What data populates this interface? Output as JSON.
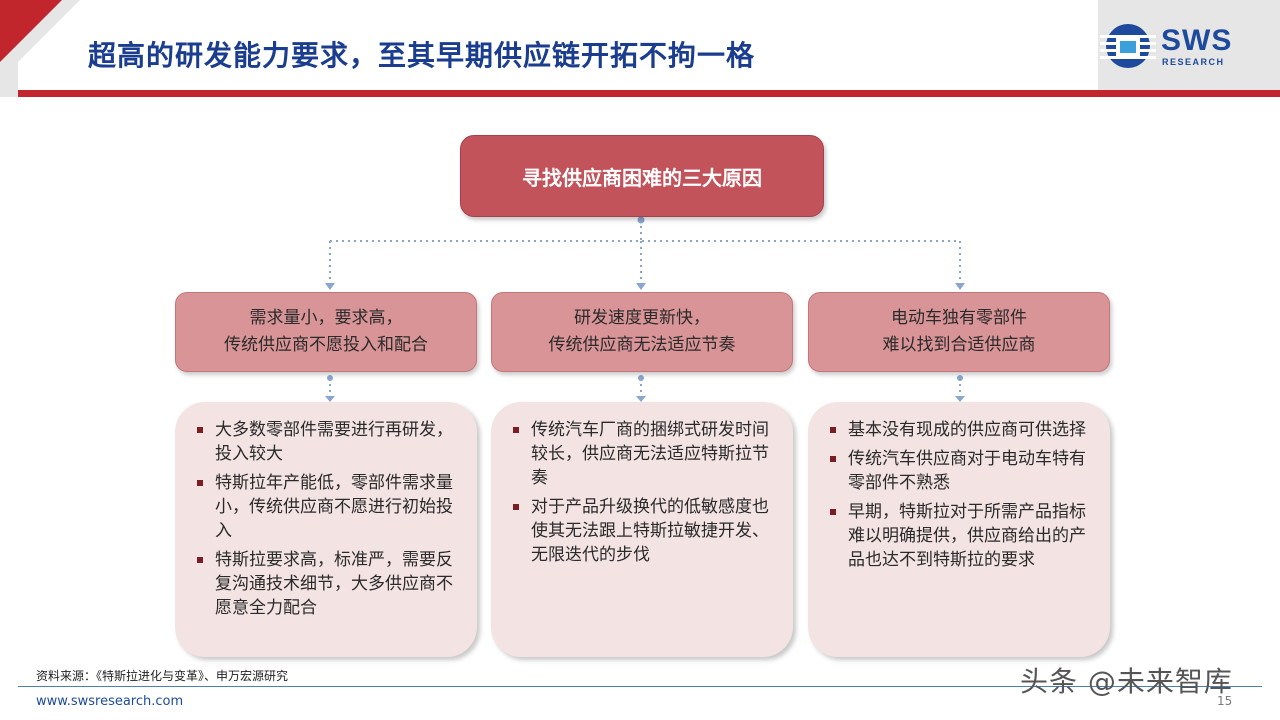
{
  "header": {
    "title": "超高的研发能力要求，至其早期供应链开拓不拘一格",
    "logo_main": "SWS",
    "logo_sub": "RESEARCH",
    "accent_color": "#c0262c",
    "title_color": "#1a3d8f"
  },
  "diagram": {
    "root": "寻找供应商困难的三大原因",
    "categories": [
      {
        "line1": "需求量小，要求高，",
        "line2": "传统供应商不愿投入和配合",
        "points": [
          "大多数零部件需要进行再研发，投入较大",
          "特斯拉年产能低，零部件需求量小，传统供应商不愿进行初始投入",
          "特斯拉要求高，标准严，需要反复沟通技术细节，大多供应商不愿意全力配合"
        ]
      },
      {
        "line1": "研发速度更新快，",
        "line2": "传统供应商无法适应节奏",
        "points": [
          "传统汽车厂商的捆绑式研发时间较长，供应商无法适应特斯拉节奏",
          "对于产品升级换代的低敏感度也使其无法跟上特斯拉敏捷开发、无限迭代的步伐"
        ]
      },
      {
        "line1": "电动车独有零部件",
        "line2": "难以找到合适供应商",
        "points": [
          "基本没有现成的供应商可供选择",
          "传统汽车供应商对于电动车特有零部件不熟悉",
          "早期，特斯拉对于所需产品指标难以明确提供，供应商给出的产品也达不到特斯拉的要求"
        ]
      }
    ]
  },
  "footer": {
    "source": "资料来源：《特斯拉进化与变革》、申万宏源研究",
    "website": "www.swsresearch.com",
    "page": "15",
    "watermark": "头条 @未来智库"
  }
}
